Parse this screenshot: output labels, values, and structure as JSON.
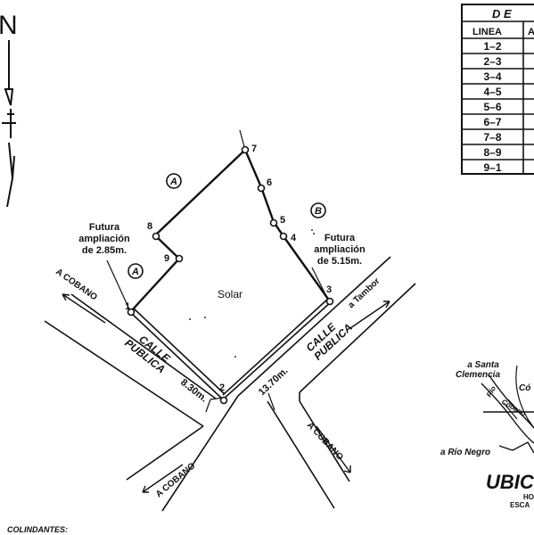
{
  "north_label": "N",
  "table": {
    "header_title": "D E",
    "col_linea": "LINEA",
    "col_second": "A",
    "rows": [
      "1–2",
      "2–3",
      "3–4",
      "4–5",
      "5–6",
      "6–7",
      "7–8",
      "8–9",
      "9–1"
    ]
  },
  "vertices": [
    "1",
    "2",
    "3",
    "4",
    "5",
    "6",
    "7",
    "8",
    "9"
  ],
  "circle_marks": {
    "a": "A",
    "b": "B"
  },
  "lot_label": "Solar",
  "ampliacion_left": [
    "Futura",
    "ampliación",
    "de 2.85m."
  ],
  "ampliacion_right": [
    "Futura",
    "ampliación",
    "de 5.15m."
  ],
  "street_left": [
    "CALLE",
    "PUBLICA"
  ],
  "street_right": [
    "CALLE",
    "PUBLICA"
  ],
  "dim_left": "8.30m.",
  "dim_right": "13.70m.",
  "direction_labels": {
    "cobano_top_left": "A COBANO",
    "tambor": "a Tambor",
    "cobano_bottom_left": "A COBANO",
    "cobano_bottom_right": "A COBANO"
  },
  "location_map": {
    "santa_clemencia": [
      "a Santa",
      "Clemencia"
    ],
    "rio_negro": "a Río Negro",
    "partial_co": "Có",
    "partial_rio": "Río",
    "partial_cobano": "Cobano",
    "partial_esc": "ESCA",
    "partial_hoj": "HOJ",
    "title_partial": "UBIC"
  },
  "colindantes_label": "COLINDANTES:"
}
